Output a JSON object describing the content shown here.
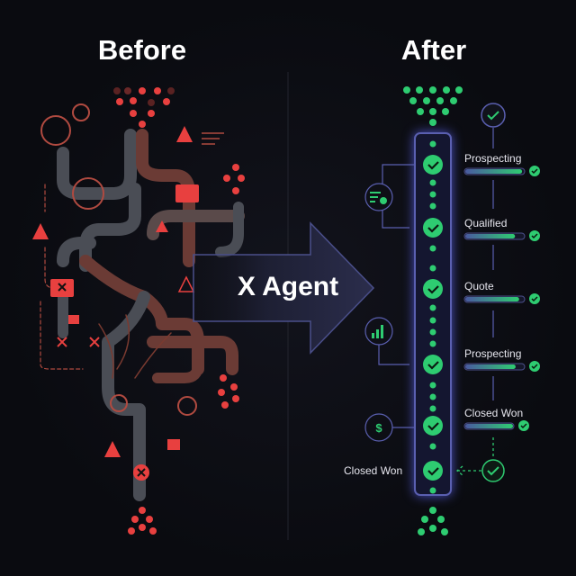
{
  "before": {
    "title": "Before"
  },
  "after": {
    "title": "After"
  },
  "agent": {
    "label": "X Agent"
  },
  "stages": [
    {
      "label": "Prospecting",
      "progress": 0.97
    },
    {
      "label": "Qualified",
      "progress": 0.85
    },
    {
      "label": "Quote",
      "progress": 0.92
    },
    {
      "label": "Prospecting",
      "progress": 0.86
    },
    {
      "label": "Closed Won",
      "progress": 1.0
    }
  ],
  "final_stage": {
    "label": "Closed Won"
  },
  "colors": {
    "background": "#0a0b10",
    "red": "#e8403f",
    "green": "#2ecc71",
    "purple": "#5a5fb0",
    "pipe_gray": "#4a4d55",
    "pipe_brown": "#6b3b35"
  }
}
